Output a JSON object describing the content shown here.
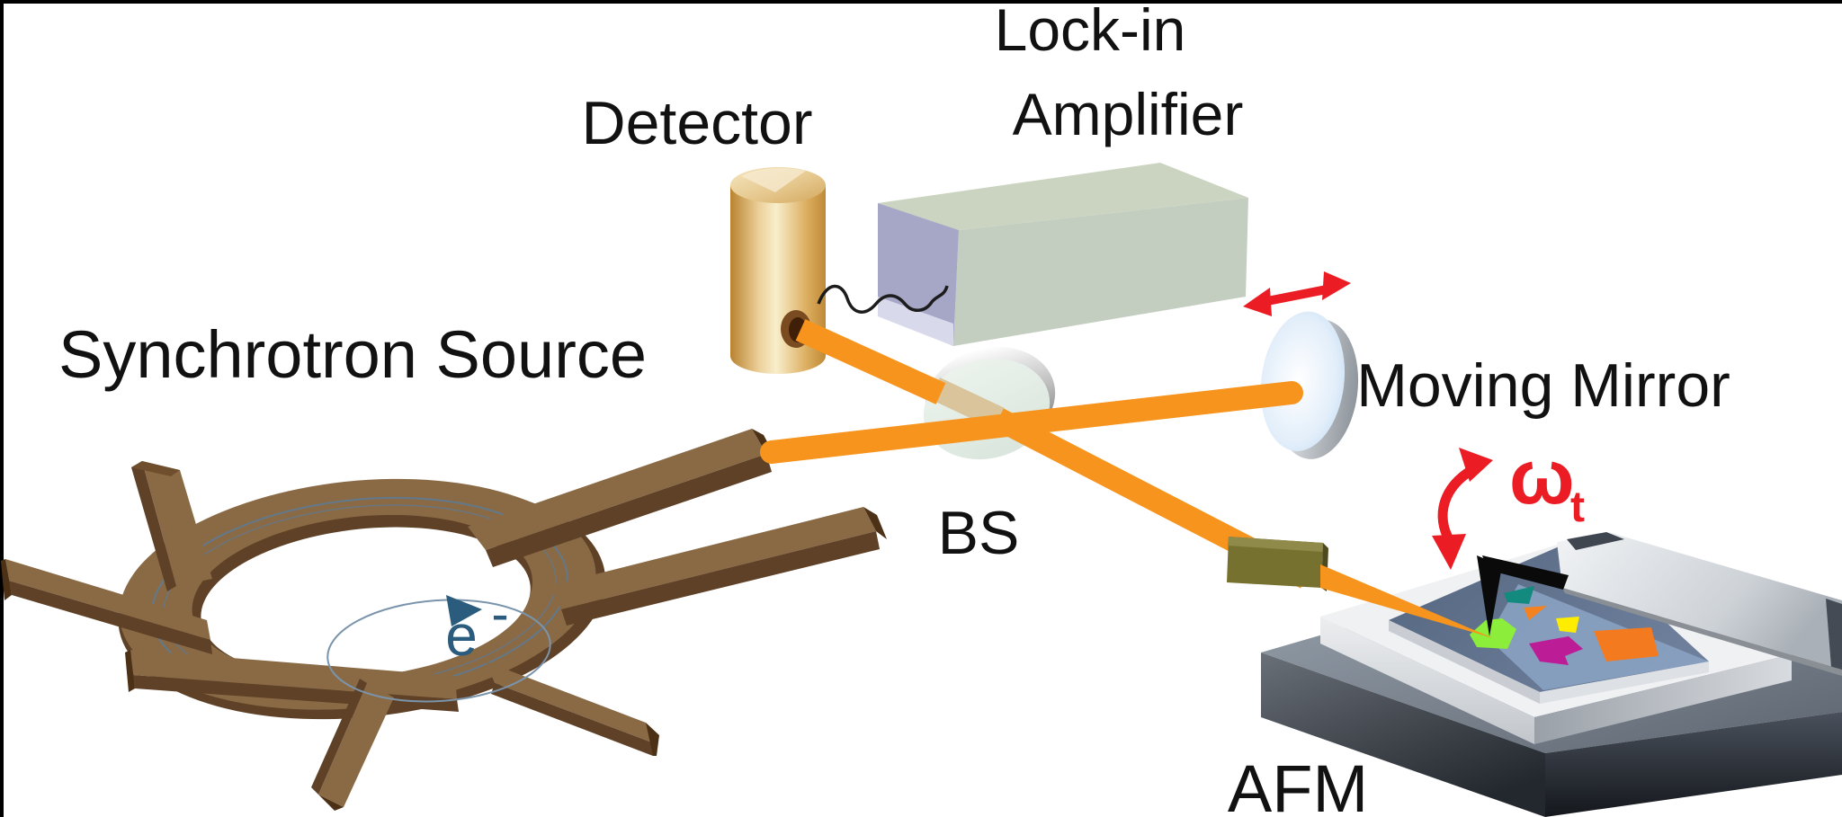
{
  "labels": {
    "synchrotron_source": "Synchrotron Source",
    "detector": "Detector",
    "lockin_line1": "Lock-in",
    "lockin_line2": "Amplifier",
    "beam_splitter": "BS",
    "moving_mirror": "Moving Mirror",
    "afm": "AFM",
    "electron_symbol": "e",
    "electron_charge": "-",
    "tip_frequency_symbol": "ω",
    "tip_frequency_subscript": "t"
  },
  "colors": {
    "beam_orange": "#f7941d",
    "beam_through_splitter_tan": "#d9c49c",
    "ring_brown": "#8a6a45",
    "ring_brown_dark": "#5e4126",
    "arrow_red": "#ec1c24",
    "electron_blue": "#2b5c7e",
    "detector_tan": "#e0b36a",
    "lockin_top_sage": "#cbd4c0",
    "lockin_front_lavender": "#a6a6c6",
    "mirror_face_blue": "#cfe4f6",
    "splitter_face": "#e3ece5",
    "focus_block_olive": "#77712f",
    "sample_slate": "#5d6e88",
    "stage_gray_dark": "#3c424c"
  }
}
